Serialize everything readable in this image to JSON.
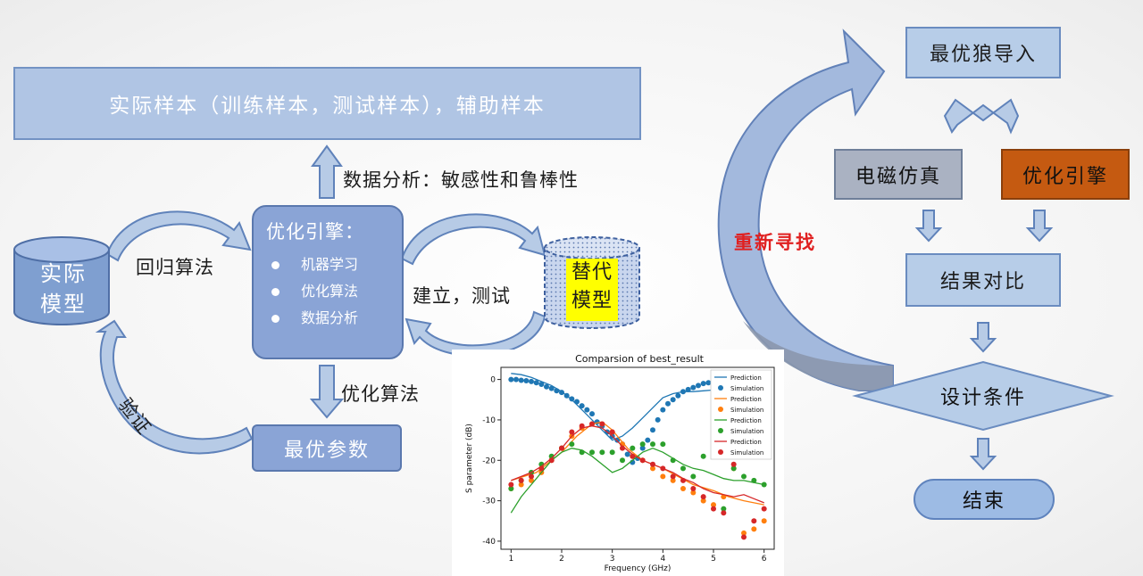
{
  "samples": {
    "label": "实际样本（训练样本，测试样本），辅助样本"
  },
  "analysis_label": "数据分析：敏感性和鲁棒性",
  "regression_label": "回归算法",
  "build_test_label": "建立，测试",
  "optimize_label": "优化算法",
  "verify_label": "验证",
  "actual_model": {
    "line1": "实际",
    "line2": "模型"
  },
  "engine": {
    "title": "优化引擎：",
    "items": [
      "机器学习",
      "优化算法",
      "数据分析"
    ]
  },
  "surrogate": {
    "line1": "替代",
    "line2": "模型"
  },
  "best_params_label": "最优参数",
  "flow": {
    "wolf_import": "最优狼导入",
    "em_sim": "电磁仿真",
    "opt_engine": "优化引擎",
    "compare": "结果对比",
    "design_cond": "设计条件",
    "end": "结束",
    "research": "重新寻找"
  },
  "colors": {
    "opt_engine_fill": "#c55a11",
    "em_sim_fill": "#aab2c2",
    "research_text": "#e02020",
    "surrogate_highlight": "#ffff00"
  },
  "chart_data": {
    "type": "line",
    "title": "Comparsion of best_result",
    "xlabel": "Frequency (GHz)",
    "ylabel": "S parameter (dB)",
    "xlim": [
      0.8,
      6.2
    ],
    "ylim": [
      -42,
      3
    ],
    "xticks": [
      1,
      2,
      3,
      4,
      5,
      6
    ],
    "yticks": [
      0,
      -10,
      -20,
      -30,
      -40
    ],
    "legend": [
      "Prediction",
      "Simulation",
      "Prediction",
      "Simulation",
      "Prediction",
      "Simulation",
      "Prediction",
      "Simulation"
    ],
    "legend_position": "top-right",
    "series": [
      {
        "kind": "line",
        "color": "#1f77b4",
        "x": [
          1,
          1.2,
          1.4,
          1.6,
          1.8,
          2,
          2.2,
          2.4,
          2.6,
          2.8,
          3,
          3.2,
          3.4,
          3.6,
          3.8,
          4,
          4.2,
          4.4,
          4.6,
          4.8,
          5,
          5.2,
          5.4,
          5.6,
          5.8,
          6
        ],
        "y": [
          1.5,
          1.2,
          0.5,
          -0.5,
          -1.5,
          -3,
          -5,
          -7.5,
          -10,
          -12.5,
          -15,
          -14,
          -12,
          -9.5,
          -7,
          -4.5,
          -3.5,
          -3,
          -3,
          -2.8,
          -2.6,
          -2.5,
          -2.5,
          -2.5,
          -2.6,
          -2.6
        ]
      },
      {
        "kind": "scatter",
        "color": "#1f77b4",
        "x": [
          1,
          1.1,
          1.2,
          1.3,
          1.4,
          1.5,
          1.6,
          1.7,
          1.8,
          1.9,
          2,
          2.1,
          2.2,
          2.3,
          2.4,
          2.5,
          2.6,
          2.7,
          2.8,
          2.9,
          3,
          3.1,
          3.2,
          3.3,
          3.4,
          3.5,
          3.6,
          3.7,
          3.8,
          3.9,
          4,
          4.1,
          4.2,
          4.3,
          4.4,
          4.5,
          4.6,
          4.7,
          4.8,
          4.9,
          5,
          5.1
        ],
        "y": [
          0,
          0,
          -0.2,
          -0.3,
          -0.5,
          -0.8,
          -1.2,
          -1.8,
          -2.2,
          -2.8,
          -3.2,
          -4,
          -4.8,
          -5.5,
          -6.5,
          -7.5,
          -8.5,
          -10.5,
          -11.5,
          -13,
          -14,
          -15,
          -16,
          -18.5,
          -20.5,
          -19.5,
          -17,
          -15,
          -12.5,
          -10,
          -7.5,
          -6,
          -5,
          -4,
          -3,
          -2.5,
          -2,
          -1.5,
          -1,
          -0.8,
          -0.5,
          -0.3
        ]
      },
      {
        "kind": "line",
        "color": "#ff7f0e",
        "x": [
          1,
          1.5,
          2,
          2.3,
          2.6,
          2.8,
          3,
          3.3,
          3.6,
          4,
          4.3,
          4.6,
          5,
          5.3,
          5.6,
          6
        ],
        "y": [
          -25,
          -23,
          -18,
          -14,
          -11,
          -10.5,
          -12.5,
          -17,
          -20,
          -22,
          -24,
          -26,
          -27.5,
          -29,
          -30,
          -31
        ]
      },
      {
        "kind": "scatter",
        "color": "#ff7f0e",
        "x": [
          1,
          1.2,
          1.4,
          1.6,
          1.8,
          2,
          2.2,
          2.4,
          2.6,
          2.8,
          3,
          3.2,
          3.4,
          3.6,
          3.8,
          4,
          4.2,
          4.4,
          4.6,
          4.8,
          5,
          5.2,
          5.4,
          5.6,
          5.8,
          6
        ],
        "y": [
          -27,
          -26,
          -25,
          -23,
          -20,
          -17,
          -14,
          -12,
          -11,
          -11,
          -13,
          -16,
          -19,
          -20,
          -22,
          -24,
          -25,
          -27,
          -28,
          -30,
          -31,
          -29,
          -22,
          -38,
          -37,
          -35
        ]
      },
      {
        "kind": "line",
        "color": "#2ca02c",
        "x": [
          1,
          1.2,
          1.4,
          1.6,
          1.8,
          2,
          2.2,
          2.4,
          2.6,
          2.8,
          3,
          3.2,
          3.4,
          3.6,
          3.8,
          4,
          4.2,
          4.4,
          4.6,
          4.8,
          5,
          5.2,
          5.4,
          5.6,
          5.8,
          6
        ],
        "y": [
          -33,
          -29,
          -26,
          -23,
          -20,
          -18,
          -17,
          -17.5,
          -19,
          -21,
          -23,
          -22,
          -20,
          -18,
          -17,
          -18,
          -19.5,
          -21,
          -22,
          -22.5,
          -23.5,
          -24.5,
          -25,
          -25,
          -25.5,
          -26
        ]
      },
      {
        "kind": "scatter",
        "color": "#2ca02c",
        "x": [
          1,
          1.2,
          1.4,
          1.6,
          1.8,
          2,
          2.2,
          2.4,
          2.6,
          2.8,
          3,
          3.2,
          3.4,
          3.6,
          3.8,
          4,
          4.2,
          4.4,
          4.6,
          4.8,
          5,
          5.2,
          5.4,
          5.6,
          5.8,
          6
        ],
        "y": [
          -27,
          -25,
          -23,
          -21,
          -19,
          -17,
          -16,
          -18,
          -18,
          -18,
          -18,
          -20,
          -17,
          -16,
          -16,
          -16,
          -20,
          -22,
          -24,
          -19,
          -15,
          -32,
          -22,
          -24,
          -25,
          -26
        ]
      },
      {
        "kind": "line",
        "color": "#d62728",
        "x": [
          1,
          1.2,
          1.4,
          1.6,
          1.8,
          2,
          2.2,
          2.4,
          2.6,
          2.8,
          3,
          3.2,
          3.4,
          3.6,
          3.8,
          4,
          4.2,
          4.4,
          4.6,
          4.8,
          5,
          5.2,
          5.4,
          5.6,
          5.8,
          6
        ],
        "y": [
          -25,
          -24,
          -23,
          -21.5,
          -19.5,
          -17,
          -14,
          -12,
          -11.5,
          -12,
          -14,
          -16.5,
          -18.5,
          -20,
          -21,
          -22,
          -23,
          -24.5,
          -25.5,
          -27,
          -28,
          -28.5,
          -29,
          -28.5,
          -29.5,
          -30.5
        ]
      },
      {
        "kind": "scatter",
        "color": "#d62728",
        "x": [
          1,
          1.2,
          1.4,
          1.6,
          1.8,
          2,
          2.2,
          2.4,
          2.6,
          2.8,
          3,
          3.2,
          3.4,
          3.6,
          3.8,
          4,
          4.2,
          4.4,
          4.6,
          4.8,
          5,
          5.2,
          5.4,
          5.6,
          5.8,
          6
        ],
        "y": [
          -26,
          -25,
          -24,
          -22,
          -20,
          -17,
          -13,
          -11.5,
          -11,
          -11,
          -13,
          -17,
          -19,
          -20,
          -21,
          -22,
          -24,
          -25,
          -27,
          -29,
          -32,
          -33,
          -21,
          -39,
          -35,
          -32
        ]
      }
    ]
  }
}
